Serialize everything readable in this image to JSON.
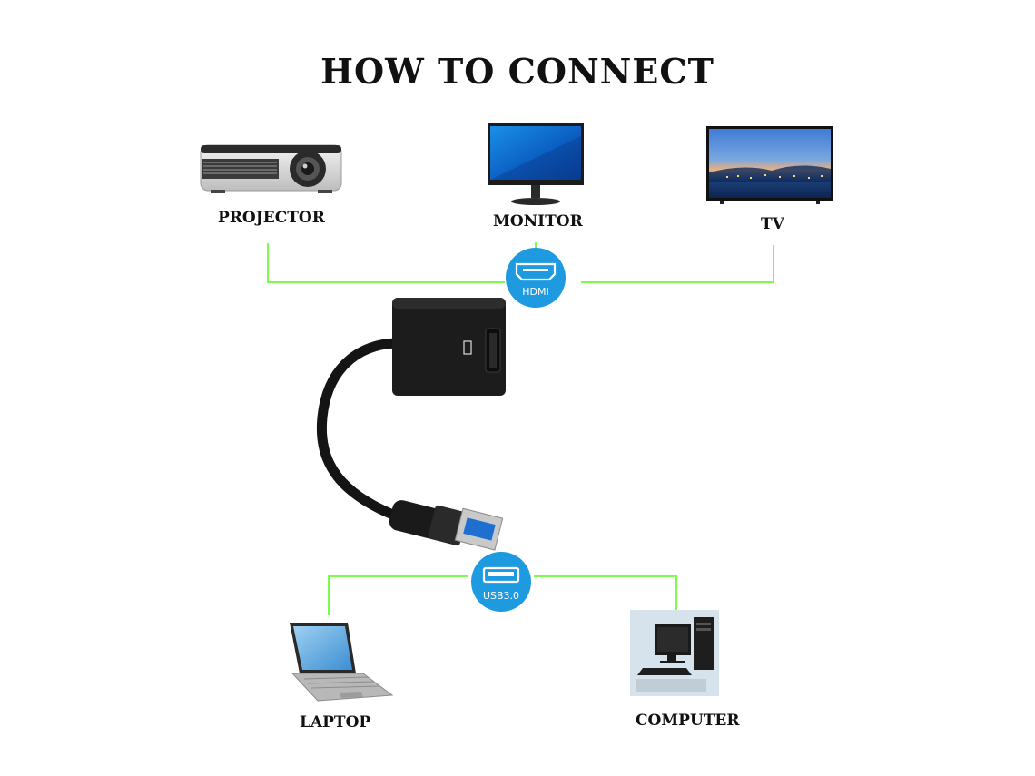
{
  "title": "HOW TO CONNECT",
  "devices": {
    "projector": {
      "label": "PROJECTOR",
      "icon": "projector-icon"
    },
    "monitor": {
      "label": "MONITOR",
      "icon": "monitor-icon"
    },
    "tv": {
      "label": "TV",
      "icon": "tv-icon"
    },
    "laptop": {
      "label": "LAPTOP",
      "icon": "laptop-icon"
    },
    "computer": {
      "label": "COMPUTER",
      "icon": "computer-icon"
    }
  },
  "ports": {
    "hdmi": {
      "label": "HDMI",
      "icon": "hdmi-port-icon"
    },
    "usb": {
      "label": "USB3.0",
      "icon": "usb-port-icon"
    }
  },
  "colors": {
    "connector_line": "#7CFC4A",
    "badge": "#1E9BE0",
    "adapter": "#1c1c1c",
    "usb_blue": "#1f6fd0"
  }
}
